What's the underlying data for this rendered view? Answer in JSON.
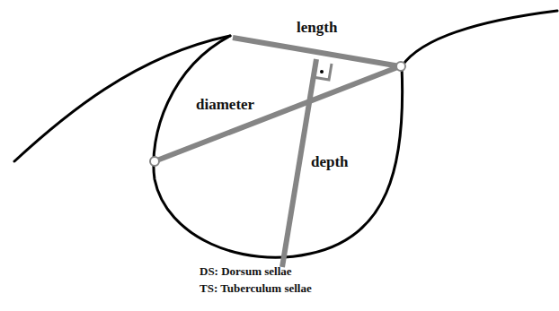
{
  "diagram": {
    "labels": [
      "length",
      "diameter",
      "depth",
      "DS: Dorsum sellae",
      "TS: Tuberculum sellae"
    ]
  }
}
